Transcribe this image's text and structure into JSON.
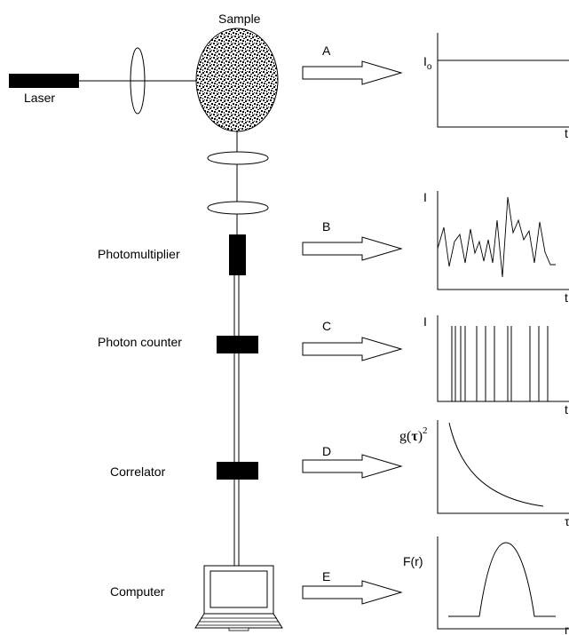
{
  "components": {
    "laser": "Laser",
    "sample": "Sample",
    "photomultiplier": "Photomultiplier",
    "photon_counter": "Photon counter",
    "correlator": "Correlator",
    "computer": "Computer"
  },
  "stages": [
    {
      "id": "A",
      "label": "A",
      "ylabel": "I",
      "ysub": "o",
      "xlabel": "t",
      "graph": "constant-intensity"
    },
    {
      "id": "B",
      "label": "B",
      "ylabel": "I",
      "xlabel": "t",
      "graph": "fluctuating-intensity"
    },
    {
      "id": "C",
      "label": "C",
      "ylabel": "I",
      "xlabel": "t",
      "graph": "photon-pulses"
    },
    {
      "id": "D",
      "label": "D",
      "ylabel_main": "g(",
      "ylabel_tau": "τ",
      "ylabel_close": ")",
      "ylabel_sup": "2",
      "xlabel": "τ",
      "graph": "decaying-correlation"
    },
    {
      "id": "E",
      "label": "E",
      "ylabel": "F(r)",
      "xlabel": "r",
      "graph": "size-distribution"
    }
  ],
  "colors": {
    "ink": "#000000",
    "arrow_fill": "#ffffff"
  }
}
